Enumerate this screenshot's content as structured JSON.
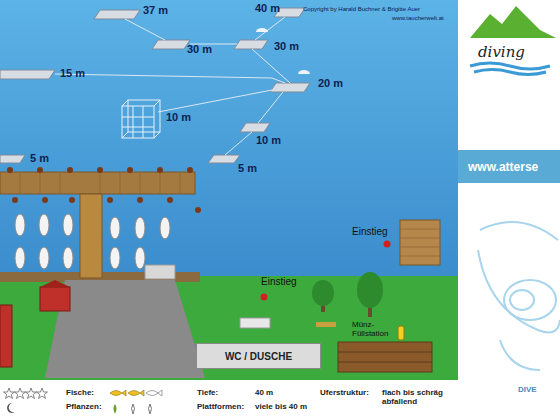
{
  "diagram": {
    "nodes": [
      {
        "text": [
          "WC / DUSCHE"
        ]
      },
      {
        "text": [
          "www.atterse"
        ]
      }
    ],
    "labels": [
      "37 m",
      "40 m",
      "Copyright by Harald Buchner & Brigitte Auer",
      "www.taucherwelt.at",
      "30 m",
      "30 m",
      "15 m",
      "20 m",
      "10 m",
      "10 m",
      "5 m",
      "5 m",
      "Einstieg",
      "Einstieg",
      "Münz-Füllstation",
      "Fische:",
      "Pflanzen:",
      "Tiefe:",
      "40 m",
      "Plattformen:",
      "viele bis 40 m",
      "Uferstruktur:",
      "flach bis schräg abfallend",
      "diving",
      "DIVE"
    ]
  }
}
